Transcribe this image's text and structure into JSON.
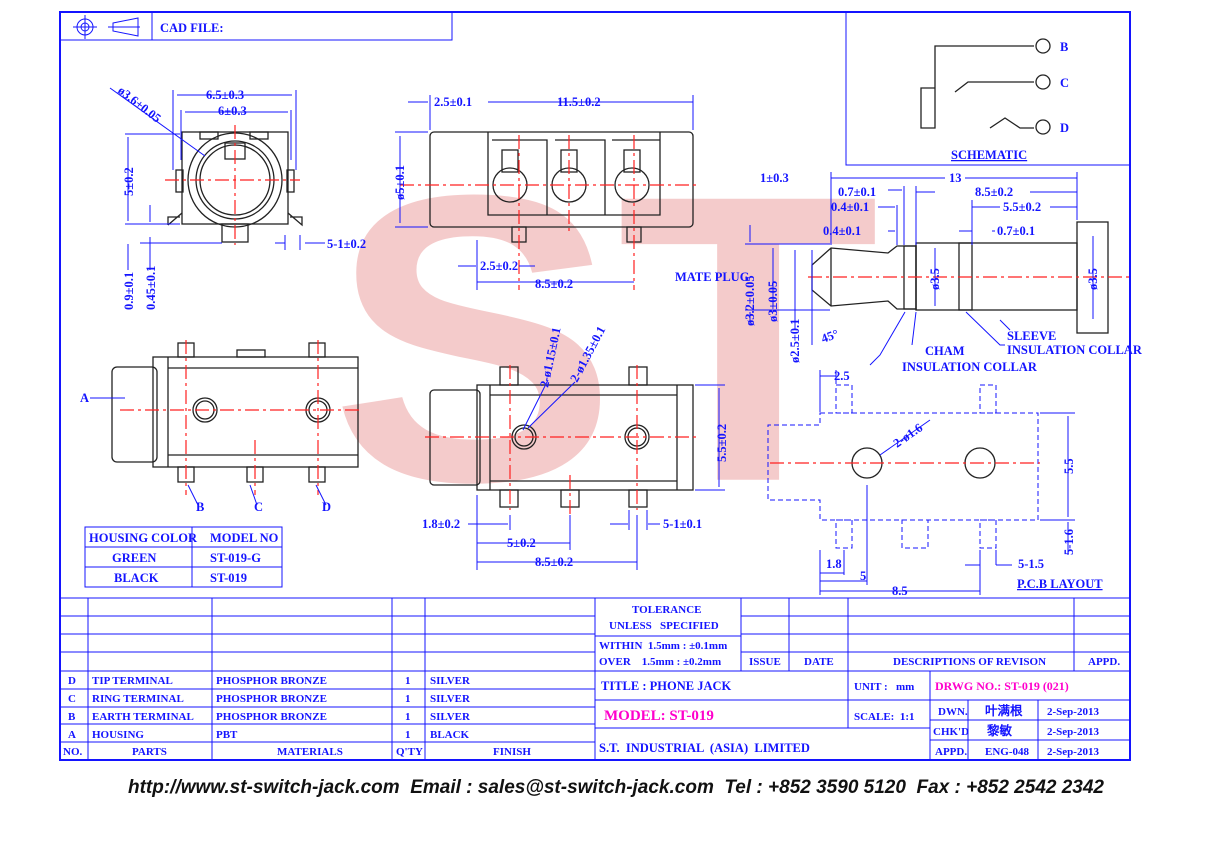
{
  "header": {
    "cad_file_label": "CAD FILE:"
  },
  "watermark": {
    "text": "ST",
    "color": "#e88080"
  },
  "colors": {
    "line": "#1414ff",
    "centerline": "#ff2020",
    "highlight": "#ff00cc"
  },
  "front_view": {
    "dims": [
      "6.5±0.3",
      "6±0.3",
      "ø3.6±0.05",
      "5±0.2",
      "0.9±0.1",
      "0.45±0.1",
      "5-1±0.2"
    ]
  },
  "side_view": {
    "dims": [
      "2.5±0.1",
      "11.5±0.2",
      "ø5±0.1",
      "2.5±0.2",
      "8.5±0.2"
    ]
  },
  "mate_plug": {
    "label": "MATE PLUG",
    "dims": [
      "1±0.3",
      "13",
      "0.7±0.1",
      "8.5±0.2",
      "0.4±0.1",
      "5.5±0.2",
      "0.4±0.1",
      "0.7±0.1",
      "ø3.2±0.05",
      "ø3±0.05",
      "ø2.5±0.1",
      "45°",
      "ø3.5",
      "ø3.5"
    ],
    "callouts": [
      "CHAM",
      "INSULATION COLLAR",
      "SLEEVE",
      "INSULATION COLLAR"
    ]
  },
  "bottom_view": {
    "labels": [
      "A",
      "B",
      "C",
      "D"
    ]
  },
  "top_view": {
    "dims": [
      "2-ø1.15±0.1",
      "2-ø1.35±0.1",
      "5.5±0.2",
      "1.8±0.2",
      "5±0.2",
      "8.5±0.2",
      "5-1±0.1"
    ]
  },
  "pcb_layout": {
    "title": "P.C.B LAYOUT",
    "dims": [
      "2.5",
      "2-ø1.6",
      "5.5",
      "5-1.6",
      "1.8",
      "5",
      "5-1.5",
      "8.5"
    ]
  },
  "schematic": {
    "title": "SCHEMATIC",
    "pins": [
      "B",
      "C",
      "D"
    ]
  },
  "model_table": {
    "headers": [
      "HOUSING COLOR",
      "MODEL NO"
    ],
    "rows": [
      [
        "GREEN",
        "ST-019-G"
      ],
      [
        "BLACK",
        "ST-019"
      ]
    ]
  },
  "parts_table": {
    "headers": [
      "NO.",
      "PARTS",
      "MATERIALS",
      "Q'TY",
      "FINISH"
    ],
    "rows": [
      [
        "D",
        "TIP TERMINAL",
        "PHOSPHOR BRONZE",
        "1",
        "SILVER"
      ],
      [
        "C",
        "RING TERMINAL",
        "PHOSPHOR BRONZE",
        "1",
        "SILVER"
      ],
      [
        "B",
        "EARTH TERMINAL",
        "PHOSPHOR BRONZE",
        "1",
        "SILVER"
      ],
      [
        "A",
        "HOUSING",
        "PBT",
        "1",
        "BLACK"
      ]
    ]
  },
  "title_block": {
    "tolerance_title": "TOLERANCE",
    "tolerance_sub": "UNLESS   SPECIFIED",
    "within": "WITHIN  1.5mm : ±0.1mm",
    "over": "OVER    1.5mm : ±0.2mm",
    "revision_headers": [
      "ISSUE",
      "DATE",
      "DESCRIPTIONS OF REVISON",
      "APPD."
    ],
    "title": "TITLE : PHONE JACK",
    "unit": "UNIT :   mm",
    "drawing_no": "DRWG NO.: ST-019 (021)",
    "model": "MODEL: ST-019",
    "scale": "SCALE:  1:1",
    "company": "S.T.  INDUSTRIAL  (ASIA)  LIMITED",
    "signoffs": [
      {
        "role": "DWN.",
        "name": "叶满根",
        "date": "2-Sep-2013"
      },
      {
        "role": "CHK'D",
        "name": "黎敏",
        "date": "2-Sep-2013"
      },
      {
        "role": "APPD.",
        "name": "ENG-048",
        "date": "2-Sep-2013"
      }
    ]
  },
  "footer": {
    "text": "http://www.st-switch-jack.com  Email : sales@st-switch-jack.com  Tel : +852 3590 5120  Fax : +852 2542 2342"
  }
}
